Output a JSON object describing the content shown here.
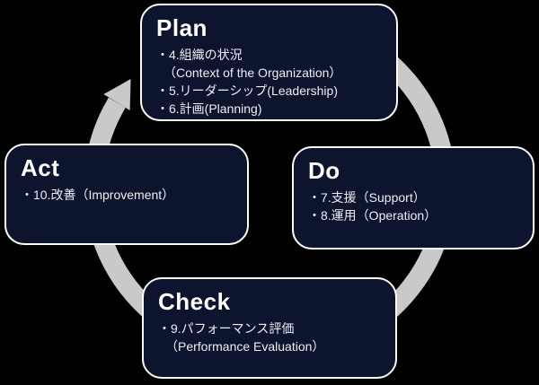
{
  "colors": {
    "background": "#000000",
    "box_fill": "#0c142e",
    "box_border": "#ffffff",
    "arrow": "#c9c9c9",
    "title_text": "#ffffff",
    "body_text": "#edeff3"
  },
  "cycle_arrow": {
    "name": "cycle-arrow",
    "direction": "clockwise"
  },
  "boxes": {
    "plan": {
      "title": "Plan",
      "lines": [
        "・4.組織の状況",
        "（Context of the Organization）",
        "・5.リーダーシップ(Leadership)",
        "・6.計画(Planning)"
      ]
    },
    "do": {
      "title": "Do",
      "lines": [
        "・7.支援（Support）",
        "・8.運用（Operation）"
      ]
    },
    "check": {
      "title": "Check",
      "lines": [
        "・9.パフォーマンス評価",
        "（Performance Evaluation）"
      ]
    },
    "act": {
      "title": "Act",
      "lines": [
        "・10.改善（Improvement）"
      ]
    }
  }
}
